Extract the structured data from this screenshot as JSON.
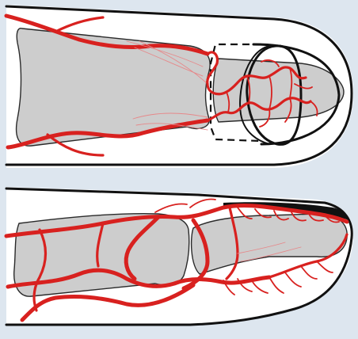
{
  "figure": {
    "colors": {
      "background": "#dde6ef",
      "skin": "#ffffff",
      "bone": "#cdcdcd",
      "outline": "#111111",
      "artery": "#d8211f",
      "artery_faint": "#e6888a"
    },
    "panels": [
      {
        "view": "top",
        "icons": [
          "finger-outline",
          "phalanx-bones",
          "nail-bed-arteries",
          "dashed-nail-outline"
        ]
      },
      {
        "view": "side",
        "icons": [
          "finger-outline",
          "phalanx-bones",
          "digital-arteries",
          "nail-plate"
        ]
      }
    ]
  }
}
